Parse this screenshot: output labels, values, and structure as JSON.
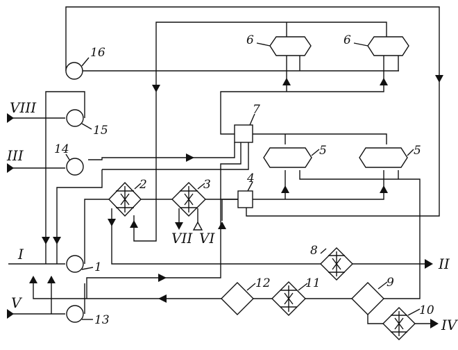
{
  "diagram": {
    "numbers": {
      "n1": "1",
      "n2": "2",
      "n3": "3",
      "n4": "4",
      "n5a": "5",
      "n5b": "5",
      "n6a": "6",
      "n6b": "6",
      "n7": "7",
      "n8": "8",
      "n9": "9",
      "n10": "10",
      "n11": "11",
      "n12": "12",
      "n13": "13",
      "n14": "14",
      "n15": "15",
      "n16": "16"
    },
    "streams": {
      "s1": "I",
      "s2": "II",
      "s3": "III",
      "s4": "IV",
      "s5": "V",
      "s6": "VI",
      "s7": "VII",
      "s8": "VIII"
    }
  }
}
